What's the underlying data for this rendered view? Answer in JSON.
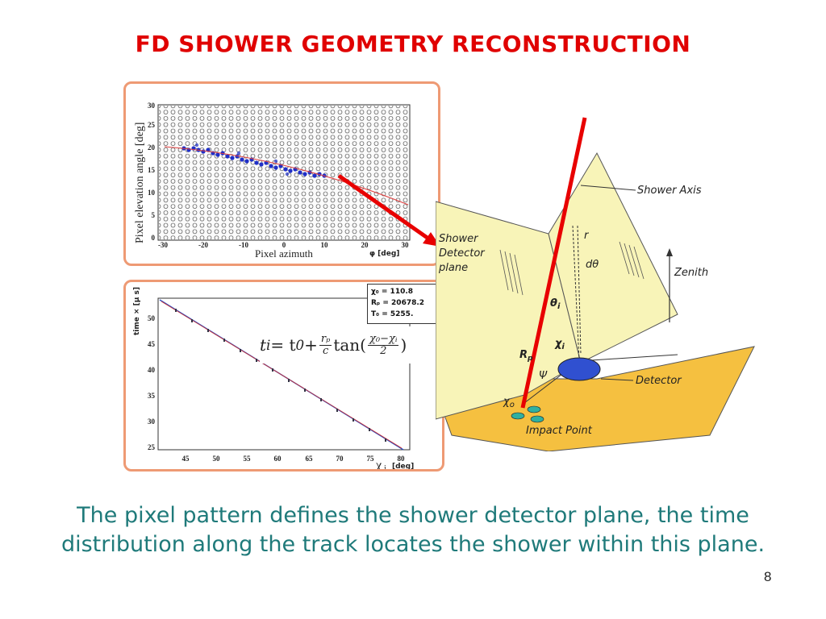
{
  "slide": {
    "title": "FD SHOWER GEOMETRY RECONSTRUCTION",
    "caption": "The pixel pattern defines the shower detector plane, the time distribution along the track locates the shower within this plane.",
    "page_number": "8"
  },
  "pixel_plot": {
    "ylabel": "Pixel elevation angle [deg]",
    "xlabel": "Pixel azimuth",
    "x_unit": "φ [deg]",
    "x_ticks": [
      "-30",
      "-20",
      "-10",
      "0",
      "10",
      "20",
      "30"
    ],
    "y_ticks": [
      "0",
      "5",
      "10",
      "15",
      "20",
      "25",
      "30"
    ]
  },
  "time_plot": {
    "ylabel": "time × [μ s]",
    "x_symbol": "χ",
    "x_sub": "i",
    "x_unit": "[deg]",
    "x_ticks": [
      "45",
      "50",
      "55",
      "60",
      "65",
      "70",
      "75",
      "80"
    ],
    "y_ticks": [
      "25",
      "30",
      "35",
      "40",
      "45",
      "50"
    ],
    "fit": {
      "chi0": "χ₀ = 110.8",
      "rp": "Rₚ = 20678.2",
      "t0": "T₀ = 5255."
    }
  },
  "formula": {
    "lhs": "t",
    "lhs_sub": "i",
    "eq": " = t",
    "t0_sub": "0",
    "plus": " + ",
    "frac_num": "rₚ",
    "frac_den": "c",
    "tan": " tan(",
    "angle_num": "χ₀−χᵢ",
    "angle_den": "2",
    "close": ")"
  },
  "diagram": {
    "shower_axis": "Shower Axis",
    "sdp_line1": "Shower",
    "sdp_line2": "Detector",
    "sdp_line3": "plane",
    "zenith": "Zenith",
    "detector": "Detector",
    "impact": "Impact Point",
    "r_vec": "r",
    "dtheta": "dθ",
    "theta": "θ",
    "theta_sub": "i",
    "chi": "χ",
    "chi_sub": "i",
    "rp": "R",
    "rp_sub": "p",
    "psi": "Ψ",
    "chi0": "χ",
    "chi0_sub": "o"
  },
  "colors": {
    "title": "#e00000",
    "caption": "#1f7a7a",
    "panel_border": "#ee9a74",
    "plane": "#f8f4b8",
    "ground": "#f5c040",
    "shower_axis": "#e80000"
  }
}
